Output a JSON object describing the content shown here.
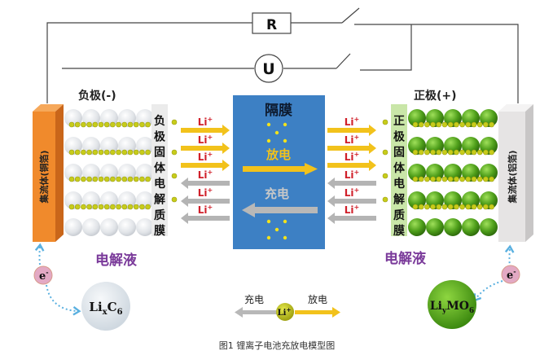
{
  "circuit": {
    "resistor_label": "R",
    "voltmeter_label": "U"
  },
  "anode": {
    "title": "负极(-)",
    "collector_label": "集流体(铜箔)",
    "collector_color": "#f08a2c",
    "sei_label": [
      "负",
      "极",
      "固",
      "体",
      "电",
      "解",
      "质",
      "膜"
    ],
    "particle_color": "#e4e7ea",
    "compound_main": "Li",
    "compound_sub1": "x",
    "compound_main2": "C",
    "compound_sub2": "6"
  },
  "cathode": {
    "title": "正极(+)",
    "collector_label": "集流体(铝箔)",
    "collector_color": "#e6e4e4",
    "sei_label": [
      "正",
      "极",
      "固",
      "体",
      "电",
      "解",
      "质",
      "膜"
    ],
    "particle_color": "#5aa820",
    "compound_main": "Li",
    "compound_sub1": "y",
    "compound_main2": "MO",
    "compound_sub2": "6"
  },
  "separator": {
    "title": "隔膜",
    "discharge_label": "放电",
    "charge_label": "充电",
    "color": "#3d80c4"
  },
  "ion_label": "Li",
  "ion_sup": "+",
  "electron_label": "e",
  "electron_sup": "-",
  "electrolyte_label": "电解液",
  "legend": {
    "charge_label": "充电",
    "discharge_label": "放电",
    "ion_label": "Li",
    "ion_sup": "+"
  },
  "colors": {
    "discharge_arrow": "#f2c21b",
    "charge_arrow": "#b4b4b4",
    "ion_text": "#d0202a",
    "electrolyte_text": "#7a3a9a",
    "electron_fill": "#e3a9c4",
    "lithium_dot": "#c7cc1a"
  },
  "caption": "图1 锂离子电池充放电模型图"
}
